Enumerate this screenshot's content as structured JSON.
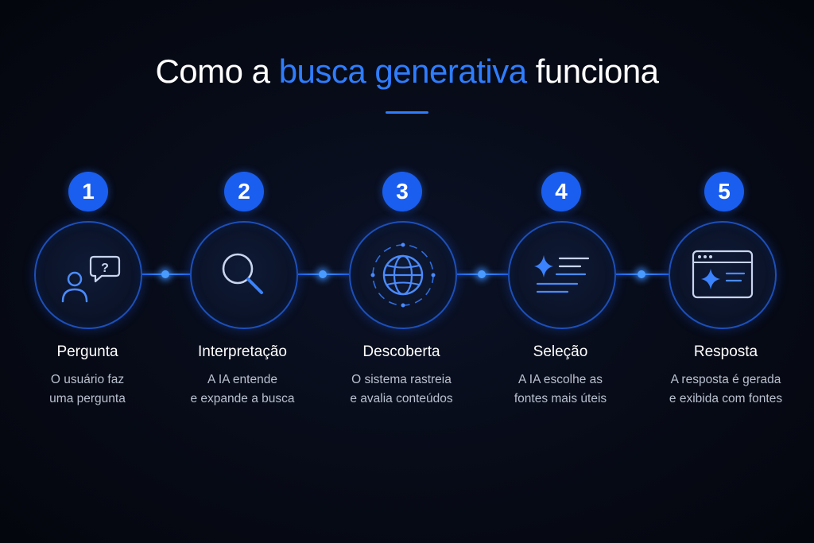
{
  "title": {
    "part1": "Como a ",
    "accent": "busca generativa",
    "part2": " funciona"
  },
  "colors": {
    "accent": "#2f7dff",
    "badge": "#1a5ef0",
    "background": "#070b17"
  },
  "steps": [
    {
      "number": "1",
      "title": "Pergunta",
      "desc": [
        "O usuário faz",
        "uma pergunta"
      ],
      "icon": "user-question-icon"
    },
    {
      "number": "2",
      "title": "Interpretação",
      "desc": [
        "A IA entende",
        "e expande a busca"
      ],
      "icon": "magnifier-icon"
    },
    {
      "number": "3",
      "title": "Descoberta",
      "desc": [
        "O sistema rastreia",
        "e avalia conteúdos"
      ],
      "icon": "globe-icon"
    },
    {
      "number": "4",
      "title": "Seleção",
      "desc": [
        "A IA escolhe as",
        "fontes mais úteis"
      ],
      "icon": "sparkle-list-icon"
    },
    {
      "number": "5",
      "title": "Resposta",
      "desc": [
        "A resposta é gerada",
        "e exibida com fontes"
      ],
      "icon": "browser-sparkle-icon"
    }
  ]
}
